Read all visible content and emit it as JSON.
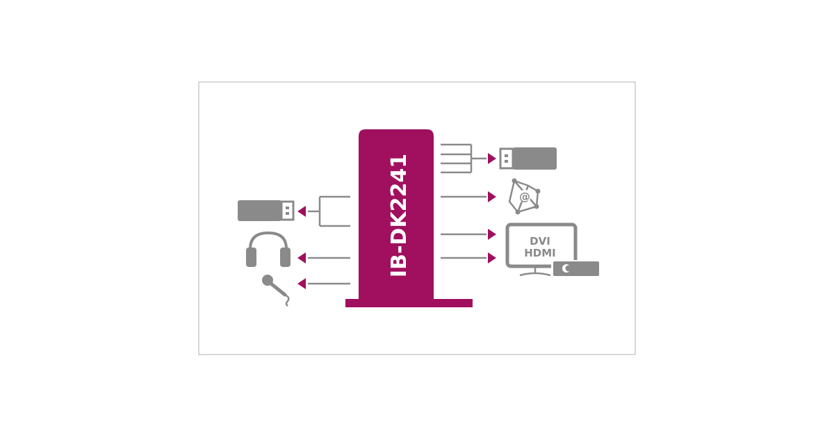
{
  "device": {
    "label": "IB-DK2241"
  },
  "monitor": {
    "line1": "DVI",
    "line2": "HDMI"
  },
  "network": {
    "symbol": "@"
  },
  "colors": {
    "accent": "#a0105e",
    "icon_gray": "#8a8a8a",
    "frame": "#b0b0b0"
  },
  "icons": [
    "usb-stick-icon",
    "headphones-icon",
    "microphone-icon",
    "network-icon",
    "monitor-icon",
    "projector-icon"
  ]
}
